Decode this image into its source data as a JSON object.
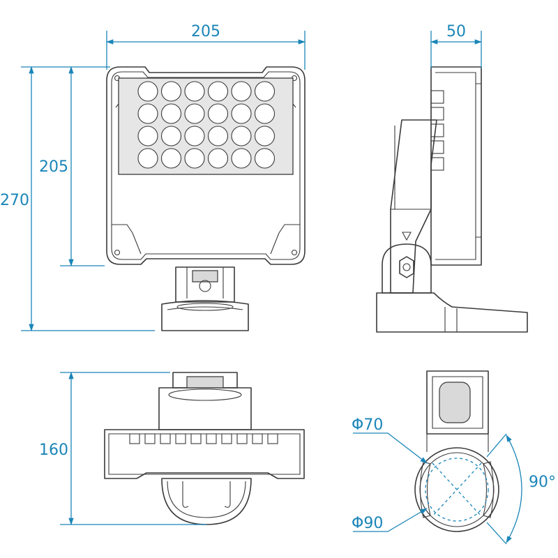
{
  "front_view": {
    "width_label": "205",
    "height_total_label": "270",
    "height_body_label": "205"
  },
  "side_view": {
    "depth_label": "50"
  },
  "bottom_view": {
    "depth_label": "160"
  },
  "base_detail": {
    "inner_diameter_label": "Φ70",
    "outer_diameter_label": "Φ90",
    "rotation_label": "90°"
  },
  "colors": {
    "dimension_line": "#1a85b8",
    "outline": "#3a3a3a"
  }
}
